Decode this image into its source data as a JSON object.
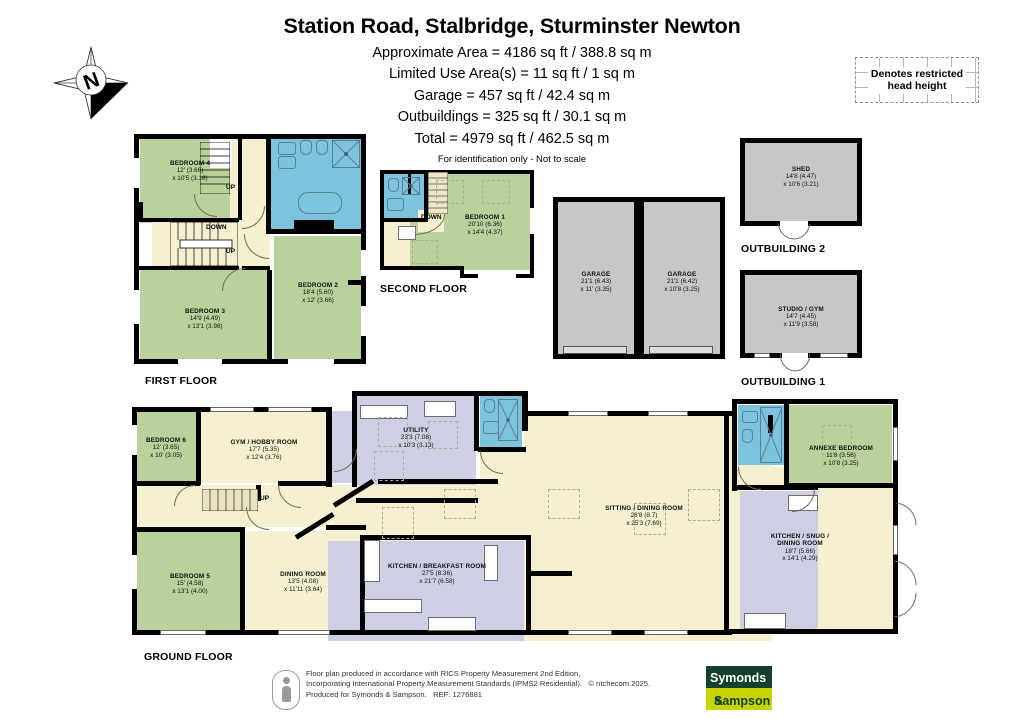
{
  "header": {
    "title": "Station Road, Stalbridge, Sturminster Newton",
    "lines": [
      "Approximate Area = 4186 sq ft / 388.8 sq m",
      "Limited Use Area(s) = 11 sq ft / 1 sq m",
      "Garage = 457 sq ft / 42.4 sq m",
      "Outbuildings = 325 sq ft / 30.1 sq m",
      "Total = 4979 sq ft / 462.5 sq m"
    ],
    "disclaimer": "For identification only - Not to scale"
  },
  "compass": {
    "label": "N",
    "name": "compass-rose"
  },
  "legend": {
    "text_line1": "Denotes restricted",
    "text_line2": "head height"
  },
  "floors": {
    "first": {
      "name": "FIRST FLOOR"
    },
    "second": {
      "name": "SECOND FLOOR"
    },
    "ground": {
      "name": "GROUND FLOOR"
    },
    "outbuilding1": {
      "name": "OUTBUILDING 1"
    },
    "outbuilding2": {
      "name": "OUTBUILDING 2"
    }
  },
  "stairs": {
    "up": "UP",
    "down": "DOWN"
  },
  "rooms": {
    "bedroom4": {
      "name": "BEDROOM 4",
      "dim1": "12' (3.66)",
      "dim2": "x 10'5 (3.18)"
    },
    "bedroom3": {
      "name": "BEDROOM 3",
      "dim1": "14'9 (4.49)",
      "dim2": "x 13'1 (3.98)"
    },
    "bedroom2": {
      "name": "BEDROOM 2",
      "dim1": "18'4 (5.60)",
      "dim2": "x 12' (3.66)"
    },
    "bedroom1": {
      "name": "BEDROOM 1",
      "dim1": "20'10 (6.36)",
      "dim2": "x 14'4 (4.37)"
    },
    "garage_left": {
      "name": "GARAGE",
      "dim1": "21'1 (6.43)",
      "dim2": "x 11' (3.35)"
    },
    "garage_right": {
      "name": "GARAGE",
      "dim1": "21'1 (6.42)",
      "dim2": "x 10'8 (3.25)"
    },
    "shed": {
      "name": "SHED",
      "dim1": "14'8 (4.47)",
      "dim2": "x 10'6 (3.21)"
    },
    "studio_gym": {
      "name": "STUDIO / GYM",
      "dim1": "14'7 (4.45)",
      "dim2": "x 11'9 (3.58)"
    },
    "bedroom6": {
      "name": "BEDROOM 6",
      "dim1": "12' (3.65)",
      "dim2": "x 10' (3.05)"
    },
    "gym_hobby": {
      "name": "GYM / HOBBY ROOM",
      "dim1": "17'7 (5.35)",
      "dim2": "x 12'4 (3.76)"
    },
    "utility": {
      "name": "UTILITY",
      "dim1": "23'3 (7.08)",
      "dim2": "x 10'3 (3.13)"
    },
    "annexe_bedroom": {
      "name": "ANNEXE BEDROOM",
      "dim1": "11'8 (3.56)",
      "dim2": "x 10'8 (3.25)"
    },
    "sitting_dining": {
      "name": "SITTING / DINING ROOM",
      "dim1": "28'8 (8.7)",
      "dim2": "x 25'3 (7.69)"
    },
    "kitchen_snug_dining": {
      "name1": "KITCHEN / SNUG /",
      "name2": "DINING ROOM",
      "dim1": "18'7 (5.66)",
      "dim2": "x 14'1 (4.29)"
    },
    "bedroom5": {
      "name": "BEDROOM 5",
      "dim1": "15' (4.58)",
      "dim2": "x 13'1 (4.00)"
    },
    "dining_room": {
      "name": "DINING ROOM",
      "dim1": "13'5 (4.08)",
      "dim2": "x 11'11 (3.64)"
    },
    "kitchen_breakfast": {
      "name": "KITCHEN / BREAKFAST ROOM",
      "dim1": "27'5 (8.36)",
      "dim2": "x 21'7 (6.58)"
    }
  },
  "footer": {
    "line1": "Floor plan produced in accordance with RICS Property Measurement 2nd Edition,",
    "line2": "Incorporating International Property Measurement Standards (IPMS2 Residential).",
    "copyright": "© ntchecom 2025.",
    "line3": "Produced for Symonds & Sampson.",
    "ref": "REF:  1276881",
    "logo_line1": "Symonds",
    "logo_amp": "&",
    "logo_line2": "Sampson"
  },
  "colors": {
    "bedroom_green": "#b9d19a",
    "living_cream": "#f6f0d0",
    "utility_lavender": "#cfcfe4",
    "bathroom_blue": "#7cc3dd",
    "garage_grey": "#c9c6c6",
    "wall_black": "#000000"
  }
}
